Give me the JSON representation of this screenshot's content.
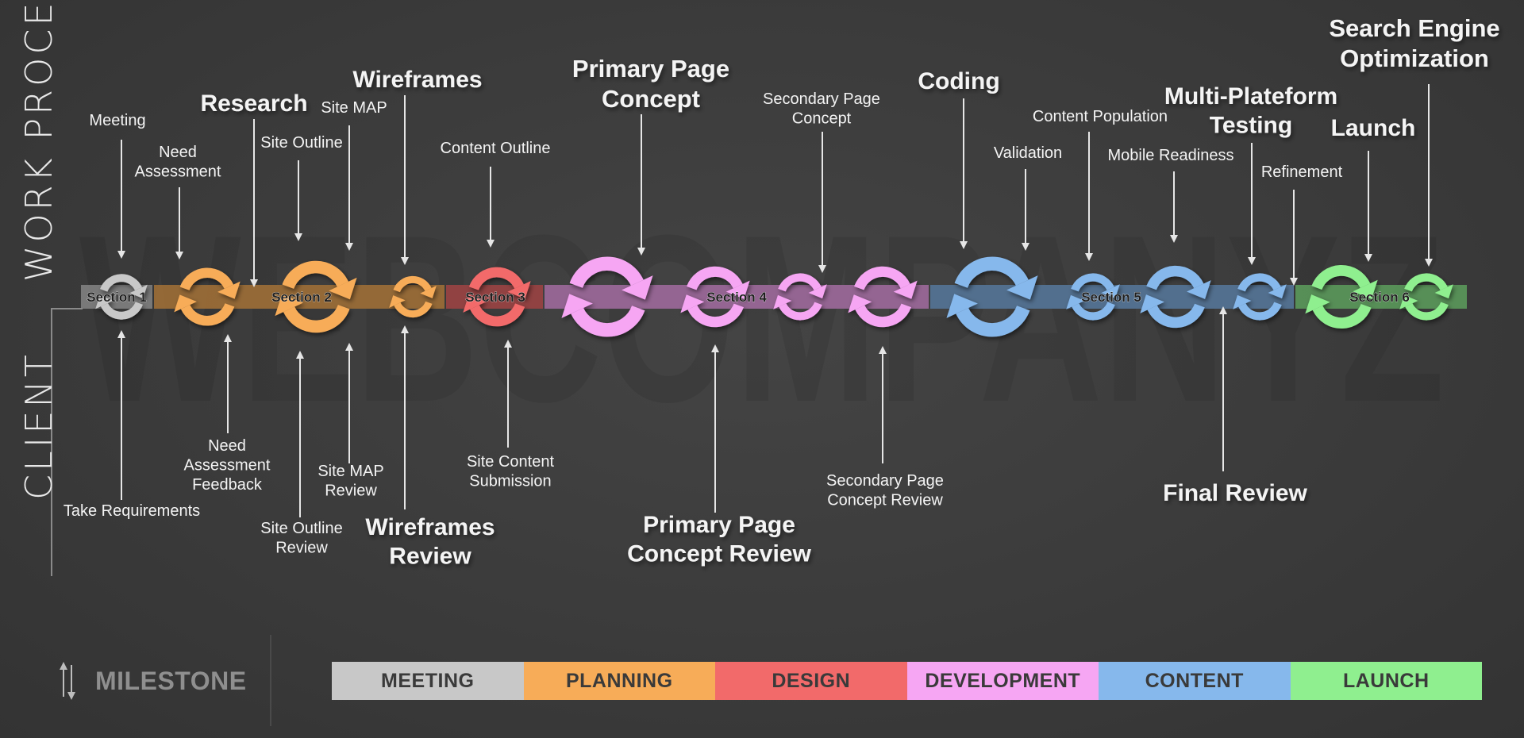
{
  "side_labels": {
    "work_process": "WORK PROCESS",
    "client": "CLIENT"
  },
  "watermark": "WEBCOMPANYZ",
  "colors": {
    "meeting": "#c8c8c8",
    "planning": "#f7ac58",
    "design": "#f26a6a",
    "development": "#f6a6f3",
    "content": "#86b8ec",
    "launch": "#8fef8f"
  },
  "sections": [
    {
      "label": "Section 1",
      "color": "meeting"
    },
    {
      "label": "Section 2",
      "color": "planning"
    },
    {
      "label": "Section 3",
      "color": "design"
    },
    {
      "label": "Section 4",
      "color": "development"
    },
    {
      "label": "Section 5",
      "color": "content"
    },
    {
      "label": "Section 6",
      "color": "launch"
    }
  ],
  "work_process_steps": [
    {
      "text": "Meeting",
      "milestone": false
    },
    {
      "text": "Need Assessment",
      "milestone": false
    },
    {
      "text": "Research",
      "milestone": true
    },
    {
      "text": "Site Outline",
      "milestone": false
    },
    {
      "text": "Site MAP",
      "milestone": false
    },
    {
      "text": "Wireframes",
      "milestone": true
    },
    {
      "text": "Content Outline",
      "milestone": false
    },
    {
      "text": "Primary Page Concept",
      "milestone": true
    },
    {
      "text": "Secondary Page Concept",
      "milestone": false
    },
    {
      "text": "Coding",
      "milestone": true
    },
    {
      "text": "Validation",
      "milestone": false
    },
    {
      "text": "Content Population",
      "milestone": false
    },
    {
      "text": "Mobile Readiness",
      "milestone": false
    },
    {
      "text": "Multi-Plateform Testing",
      "milestone": true
    },
    {
      "text": "Refinement",
      "milestone": false
    },
    {
      "text": "Launch",
      "milestone": true
    },
    {
      "text": "Search Engine Optimization",
      "milestone": true
    }
  ],
  "client_steps": [
    {
      "text": "Take Requirements",
      "milestone": false
    },
    {
      "text": "Need Assessment Feedback",
      "milestone": false
    },
    {
      "text": "Site Outline Review",
      "milestone": false
    },
    {
      "text": "Site MAP Review",
      "milestone": false
    },
    {
      "text": "Wireframes Review",
      "milestone": true
    },
    {
      "text": "Site Content Submission",
      "milestone": false
    },
    {
      "text": "Primary Page Concept Review",
      "milestone": true
    },
    {
      "text": "Secondary Page Concept Review",
      "milestone": false
    },
    {
      "text": "Final Review",
      "milestone": true
    }
  ],
  "milestone_label": "MILESTONE",
  "legend": [
    {
      "label": "MEETING",
      "color": "meeting"
    },
    {
      "label": "PLANNING",
      "color": "planning"
    },
    {
      "label": "DESIGN",
      "color": "design"
    },
    {
      "label": "DEVELOPMENT",
      "color": "development"
    },
    {
      "label": "CONTENT",
      "color": "content"
    },
    {
      "label": "LAUNCH",
      "color": "launch"
    }
  ]
}
